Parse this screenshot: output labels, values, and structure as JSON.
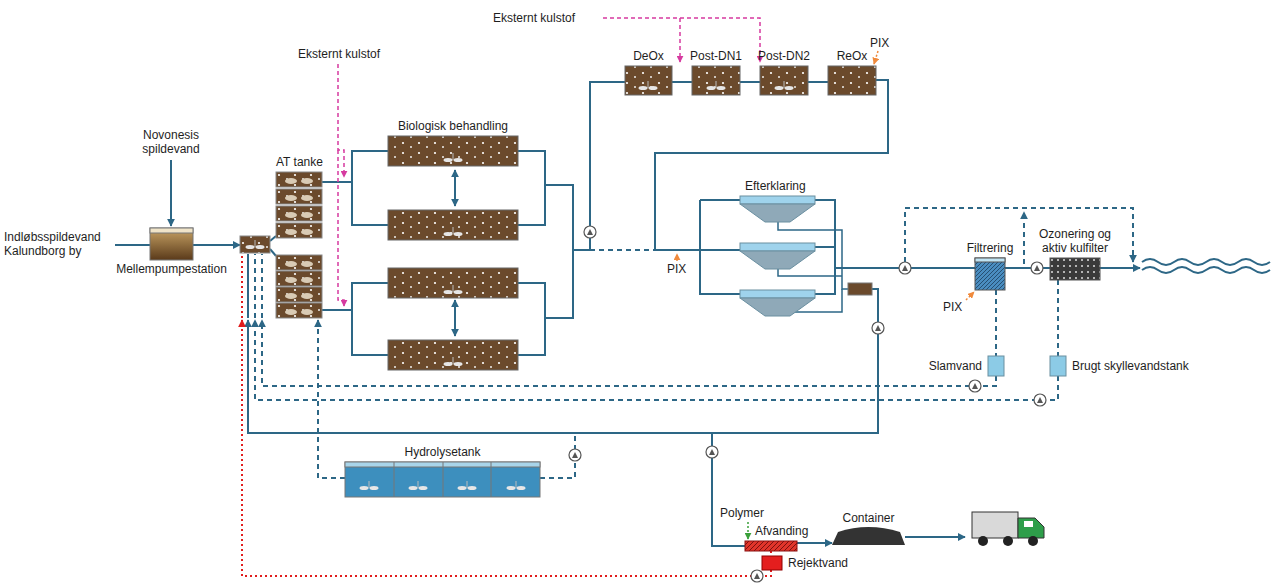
{
  "diagram": {
    "nodes": [
      {
        "text": [
          "Mellempumpestation"
        ]
      },
      {
        "text": [
          "AT tanke"
        ]
      },
      {
        "text": [
          "Biologisk behandling"
        ]
      },
      {
        "text": [
          "DeOx"
        ]
      },
      {
        "text": [
          "Post-DN1"
        ]
      },
      {
        "text": [
          "Post-DN2"
        ]
      },
      {
        "text": [
          "ReOx"
        ]
      },
      {
        "text": [
          "Efterklaring"
        ]
      },
      {
        "text": [
          "Filtrering"
        ]
      },
      {
        "text": [
          "Ozonering og aktiv kulfilter"
        ]
      },
      {
        "text": [
          "Slamvand"
        ]
      },
      {
        "text": [
          "Brugt skyllevandstank"
        ]
      },
      {
        "text": [
          "Hydrolysetank"
        ]
      },
      {
        "text": [
          "Afvanding"
        ]
      },
      {
        "text": [
          "Container"
        ]
      },
      {
        "text": [
          "Rejektvand"
        ]
      }
    ],
    "edges": [
      {
        "from": 0,
        "to": 1,
        "arrow": "to"
      },
      {
        "from": 1,
        "to": 2,
        "arrow": "none"
      },
      {
        "from": 2,
        "to": 3,
        "arrow": "none"
      },
      {
        "from": 3,
        "to": 4,
        "arrow": "none"
      },
      {
        "from": 4,
        "to": 5,
        "arrow": "none"
      },
      {
        "from": 5,
        "to": 6,
        "arrow": "none"
      },
      {
        "from": 6,
        "to": 7,
        "arrow": "none"
      },
      {
        "from": 2,
        "to": 7,
        "arrow": "none"
      },
      {
        "from": 7,
        "to": 8,
        "arrow": "none"
      },
      {
        "from": 8,
        "to": 9,
        "arrow": "none"
      },
      {
        "from": 8,
        "to": 10,
        "arrow": "none"
      },
      {
        "from": 9,
        "to": 11,
        "arrow": "none"
      },
      {
        "from": 10,
        "to": 1,
        "arrow": "to"
      },
      {
        "from": 11,
        "to": 1,
        "arrow": "to"
      },
      {
        "from": 7,
        "to": 1,
        "arrow": "to"
      },
      {
        "from": 7,
        "to": 12,
        "arrow": "none"
      },
      {
        "from": 12,
        "to": 1,
        "arrow": "to"
      },
      {
        "from": 7,
        "to": 13,
        "arrow": "none"
      },
      {
        "from": 13,
        "to": 14,
        "arrow": "to"
      },
      {
        "from": 13,
        "to": 15,
        "arrow": "none"
      },
      {
        "from": 15,
        "to": 1,
        "arrow": "to"
      }
    ],
    "labels": [
      "Eksternt kulstof",
      "PIX",
      "Eksternt kulstof",
      "Novonesis spildevand",
      "Indløbsspildevand Kalundborg by",
      "PIX",
      "PIX",
      "Polymer"
    ]
  }
}
